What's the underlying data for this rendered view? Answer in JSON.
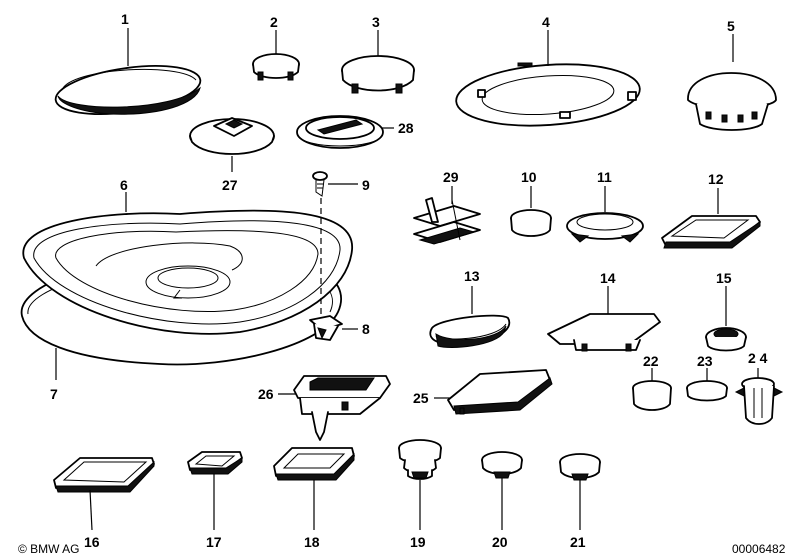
{
  "parts": [
    {
      "id": "part-1",
      "label": "1",
      "icon": "flat-grommet"
    },
    {
      "id": "part-2",
      "label": "2",
      "icon": "small-cap-plug"
    },
    {
      "id": "part-3",
      "label": "3",
      "icon": "cap-plug"
    },
    {
      "id": "part-4",
      "label": "4",
      "icon": "large-flat-ring-seal"
    },
    {
      "id": "part-5",
      "label": "5",
      "icon": "dome-plug"
    },
    {
      "id": "part-6",
      "label": "6",
      "icon": "large-oval-cover"
    },
    {
      "id": "part-7",
      "label": "7",
      "icon": "oval-gasket"
    },
    {
      "id": "part-8",
      "label": "8",
      "icon": "expanding-clip"
    },
    {
      "id": "part-9",
      "label": "9",
      "icon": "screw"
    },
    {
      "id": "part-10",
      "label": "10",
      "icon": "round-plug"
    },
    {
      "id": "part-11",
      "label": "11",
      "icon": "round-cover-plug"
    },
    {
      "id": "part-12",
      "label": "12",
      "icon": "rectangular-grommet"
    },
    {
      "id": "part-13",
      "label": "13",
      "icon": "oval-plug"
    },
    {
      "id": "part-14",
      "label": "14",
      "icon": "trapezoid-plug"
    },
    {
      "id": "part-15",
      "label": "15",
      "icon": "ring-grommet"
    },
    {
      "id": "part-16",
      "label": "16",
      "icon": "rectangular-plug"
    },
    {
      "id": "part-17",
      "label": "17",
      "icon": "square-plug"
    },
    {
      "id": "part-18",
      "label": "18",
      "icon": "square-cover"
    },
    {
      "id": "part-19",
      "label": "19",
      "icon": "stepped-plug"
    },
    {
      "id": "part-20",
      "label": "20",
      "icon": "round-cap"
    },
    {
      "id": "part-21",
      "label": "21",
      "icon": "round-cap"
    },
    {
      "id": "part-22",
      "label": "22",
      "icon": "cylinder-plug"
    },
    {
      "id": "part-23",
      "label": "23",
      "icon": "flat-round-plug"
    },
    {
      "id": "part-24",
      "label": "2 4",
      "icon": "slotted-clip"
    },
    {
      "id": "part-25",
      "label": "25",
      "icon": "long-rect-cover"
    },
    {
      "id": "part-26",
      "label": "26",
      "icon": "holder-bracket"
    },
    {
      "id": "part-27",
      "label": "27",
      "icon": "square-center-grommet"
    },
    {
      "id": "part-28",
      "label": "28",
      "icon": "slotted-grommet"
    },
    {
      "id": "part-29",
      "label": "29",
      "icon": "spring-clip"
    }
  ],
  "footer": {
    "brand": "© BMW AG",
    "code": "00006482"
  }
}
